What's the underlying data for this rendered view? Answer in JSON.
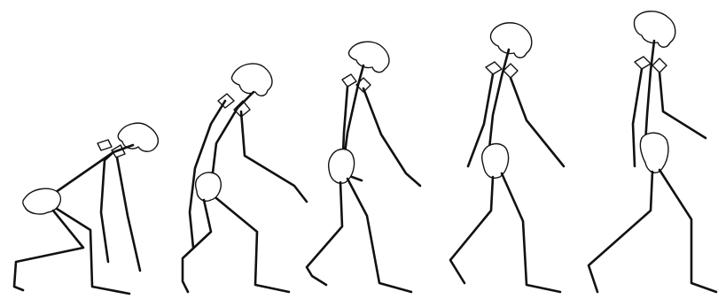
{
  "figure": {
    "description_text": "",
    "stroke_color": "#111111",
    "background_color": "#ffffff",
    "stages": [
      {
        "id": "stage-1",
        "posture": "quadrupedal-crouch"
      },
      {
        "id": "stage-2",
        "posture": "stooped-bent-knee"
      },
      {
        "id": "stage-3",
        "posture": "semi-upright-stride"
      },
      {
        "id": "stage-4",
        "posture": "upright-stride"
      },
      {
        "id": "stage-5",
        "posture": "fully-upright-stride"
      }
    ]
  }
}
